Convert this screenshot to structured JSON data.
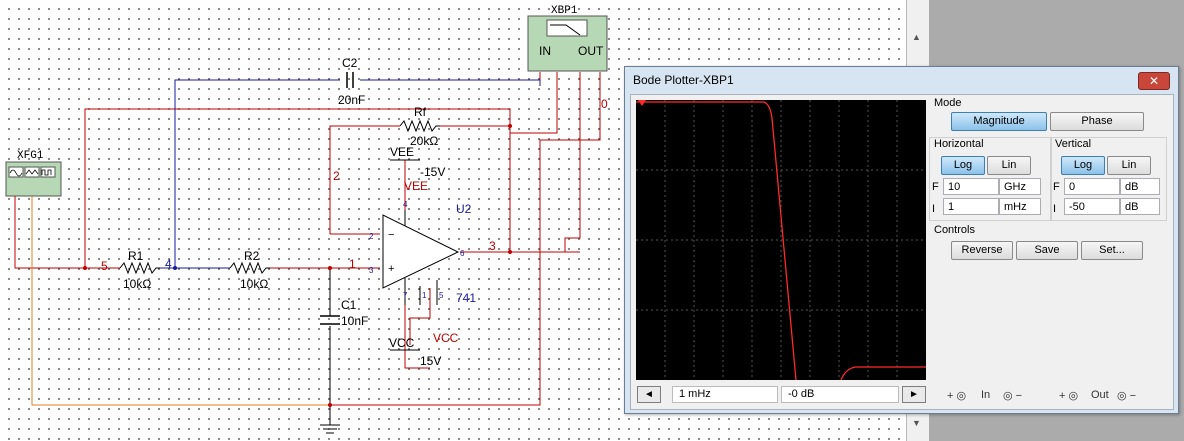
{
  "schematic": {
    "xfg": "XFG1",
    "xbp": "XBP1",
    "xbp_in": "IN",
    "xbp_out": "OUT",
    "c2_name": "C2",
    "c2_value": "20nF",
    "rf_name": "Rf",
    "rf_value": "20kΩ",
    "r1_name": "R1",
    "r1_value": "10kΩ",
    "r2_name": "R2",
    "r2_value": "10kΩ",
    "c1_name": "C1",
    "c1_value": "10nF",
    "vee_label": "VEE",
    "vee_value": "-15V",
    "vee_net": "VEE",
    "vcc_label": "VCC",
    "vcc_value": "15V",
    "vcc_net": "VCC",
    "opamp_ref": "U2",
    "opamp_model": "741",
    "net_0": "0",
    "net_1": "1",
    "net_2": "2",
    "net_3": "3",
    "net_4": "4",
    "net_5": "5",
    "pin_2": "2",
    "pin_3": "3",
    "pin_4": "4",
    "pin_6": "6",
    "pin_7": "7",
    "pin_1": "1",
    "pin_5": "5"
  },
  "bode": {
    "title": "Bode Plotter-XBP1",
    "close": "✕",
    "mode_label": "Mode",
    "magnitude": "Magnitude",
    "phase": "Phase",
    "horizontal_label": "Horizontal",
    "vertical_label": "Vertical",
    "h_log": "Log",
    "h_lin": "Lin",
    "v_log": "Log",
    "v_lin": "Lin",
    "h_f_label": "F",
    "h_f_value": "10",
    "h_f_unit": "GHz",
    "h_i_label": "I",
    "h_i_value": "1",
    "h_i_unit": "mHz",
    "v_f_label": "F",
    "v_f_value": "0",
    "v_f_unit": "dB",
    "v_i_label": "I",
    "v_i_value": "-50",
    "v_i_unit": "dB",
    "controls_label": "Controls",
    "reverse": "Reverse",
    "save": "Save",
    "set": "Set...",
    "readout_x": "1 mHz",
    "readout_y": "-0 dB",
    "in_label": "In",
    "out_label": "Out",
    "plus": "+",
    "minus": "−"
  }
}
